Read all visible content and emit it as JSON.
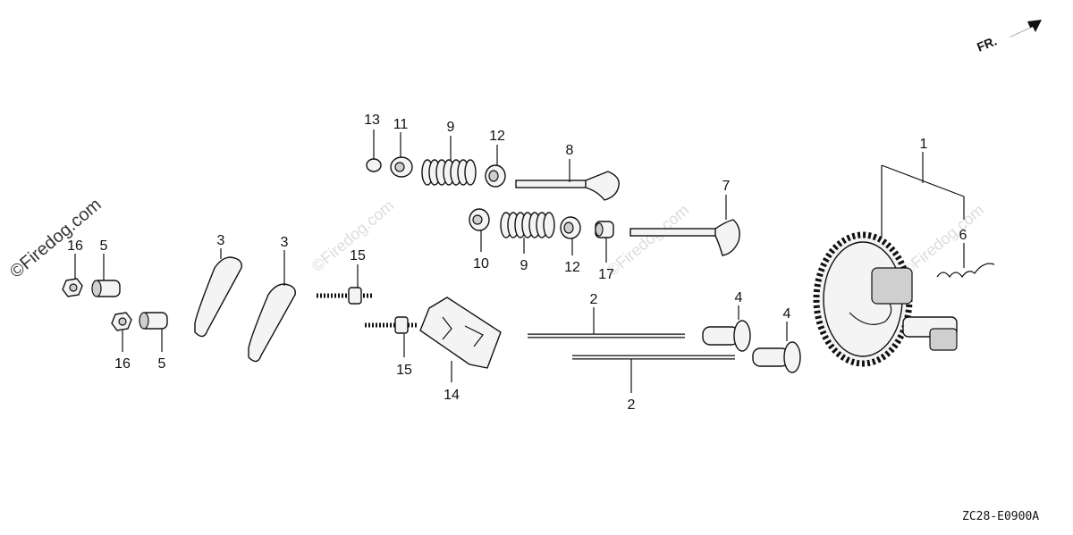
{
  "diagram": {
    "labels": {
      "l1": "1",
      "l2a": "2",
      "l2b": "2",
      "l3a": "3",
      "l3b": "3",
      "l4a": "4",
      "l4b": "4",
      "l5a": "5",
      "l5b": "5",
      "l6": "6",
      "l7": "7",
      "l8": "8",
      "l9a": "9",
      "l9b": "9",
      "l10": "10",
      "l11": "11",
      "l12a": "12",
      "l12b": "12",
      "l13": "13",
      "l14": "14",
      "l15a": "15",
      "l15b": "15",
      "l16a": "16",
      "l16b": "16",
      "l17": "17"
    },
    "direction_label": "FR.",
    "diagram_code": "ZC28-E0900A",
    "watermark_main": "©Firedog.com",
    "watermark_faint": "©Firedog.com"
  }
}
